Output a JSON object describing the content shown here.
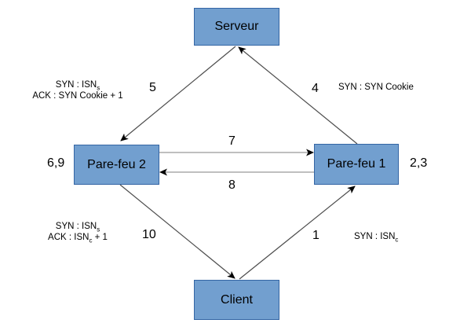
{
  "diagram": {
    "title_hint": "SYN cookie relay handshake between Client, Pare-feu 1, Serveur, Pare-feu 2",
    "nodes": {
      "serveur": "Serveur",
      "pare_feu_2": "Pare-feu 2",
      "pare_feu_1": "Pare-feu 1",
      "client": "Client"
    },
    "step_numbers": {
      "client_to_pf1": "1",
      "pf1_side": "2,3",
      "pf1_to_serveur": "4",
      "serveur_to_pf2": "5",
      "pf2_side": "6,9",
      "pf2_to_pf1": "7",
      "pf1_to_pf2": "8",
      "pf2_to_client": "10"
    },
    "annotations": {
      "top_left_line1_base": "SYN : ISN",
      "top_left_line1_sub": "s",
      "top_left_line2": "ACK : SYN Cookie + 1",
      "top_right": "SYN : SYN Cookie",
      "bottom_left_line1_base": "SYN : ISN",
      "bottom_left_line1_sub": "s",
      "bottom_left_line2_base": "ACK : ISN",
      "bottom_left_line2_sub": "c",
      "bottom_left_line2_tail": " + 1",
      "bottom_right_base": "SYN : ISN",
      "bottom_right_sub": "c"
    },
    "colors": {
      "node_fill": "#729FCF",
      "node_border": "#3465A4",
      "diagonal_line": "#4D4D4D",
      "horizontal_line": "#999999",
      "arrowhead": "#000000",
      "text": "#000000",
      "background": "#FFFFFF"
    }
  }
}
